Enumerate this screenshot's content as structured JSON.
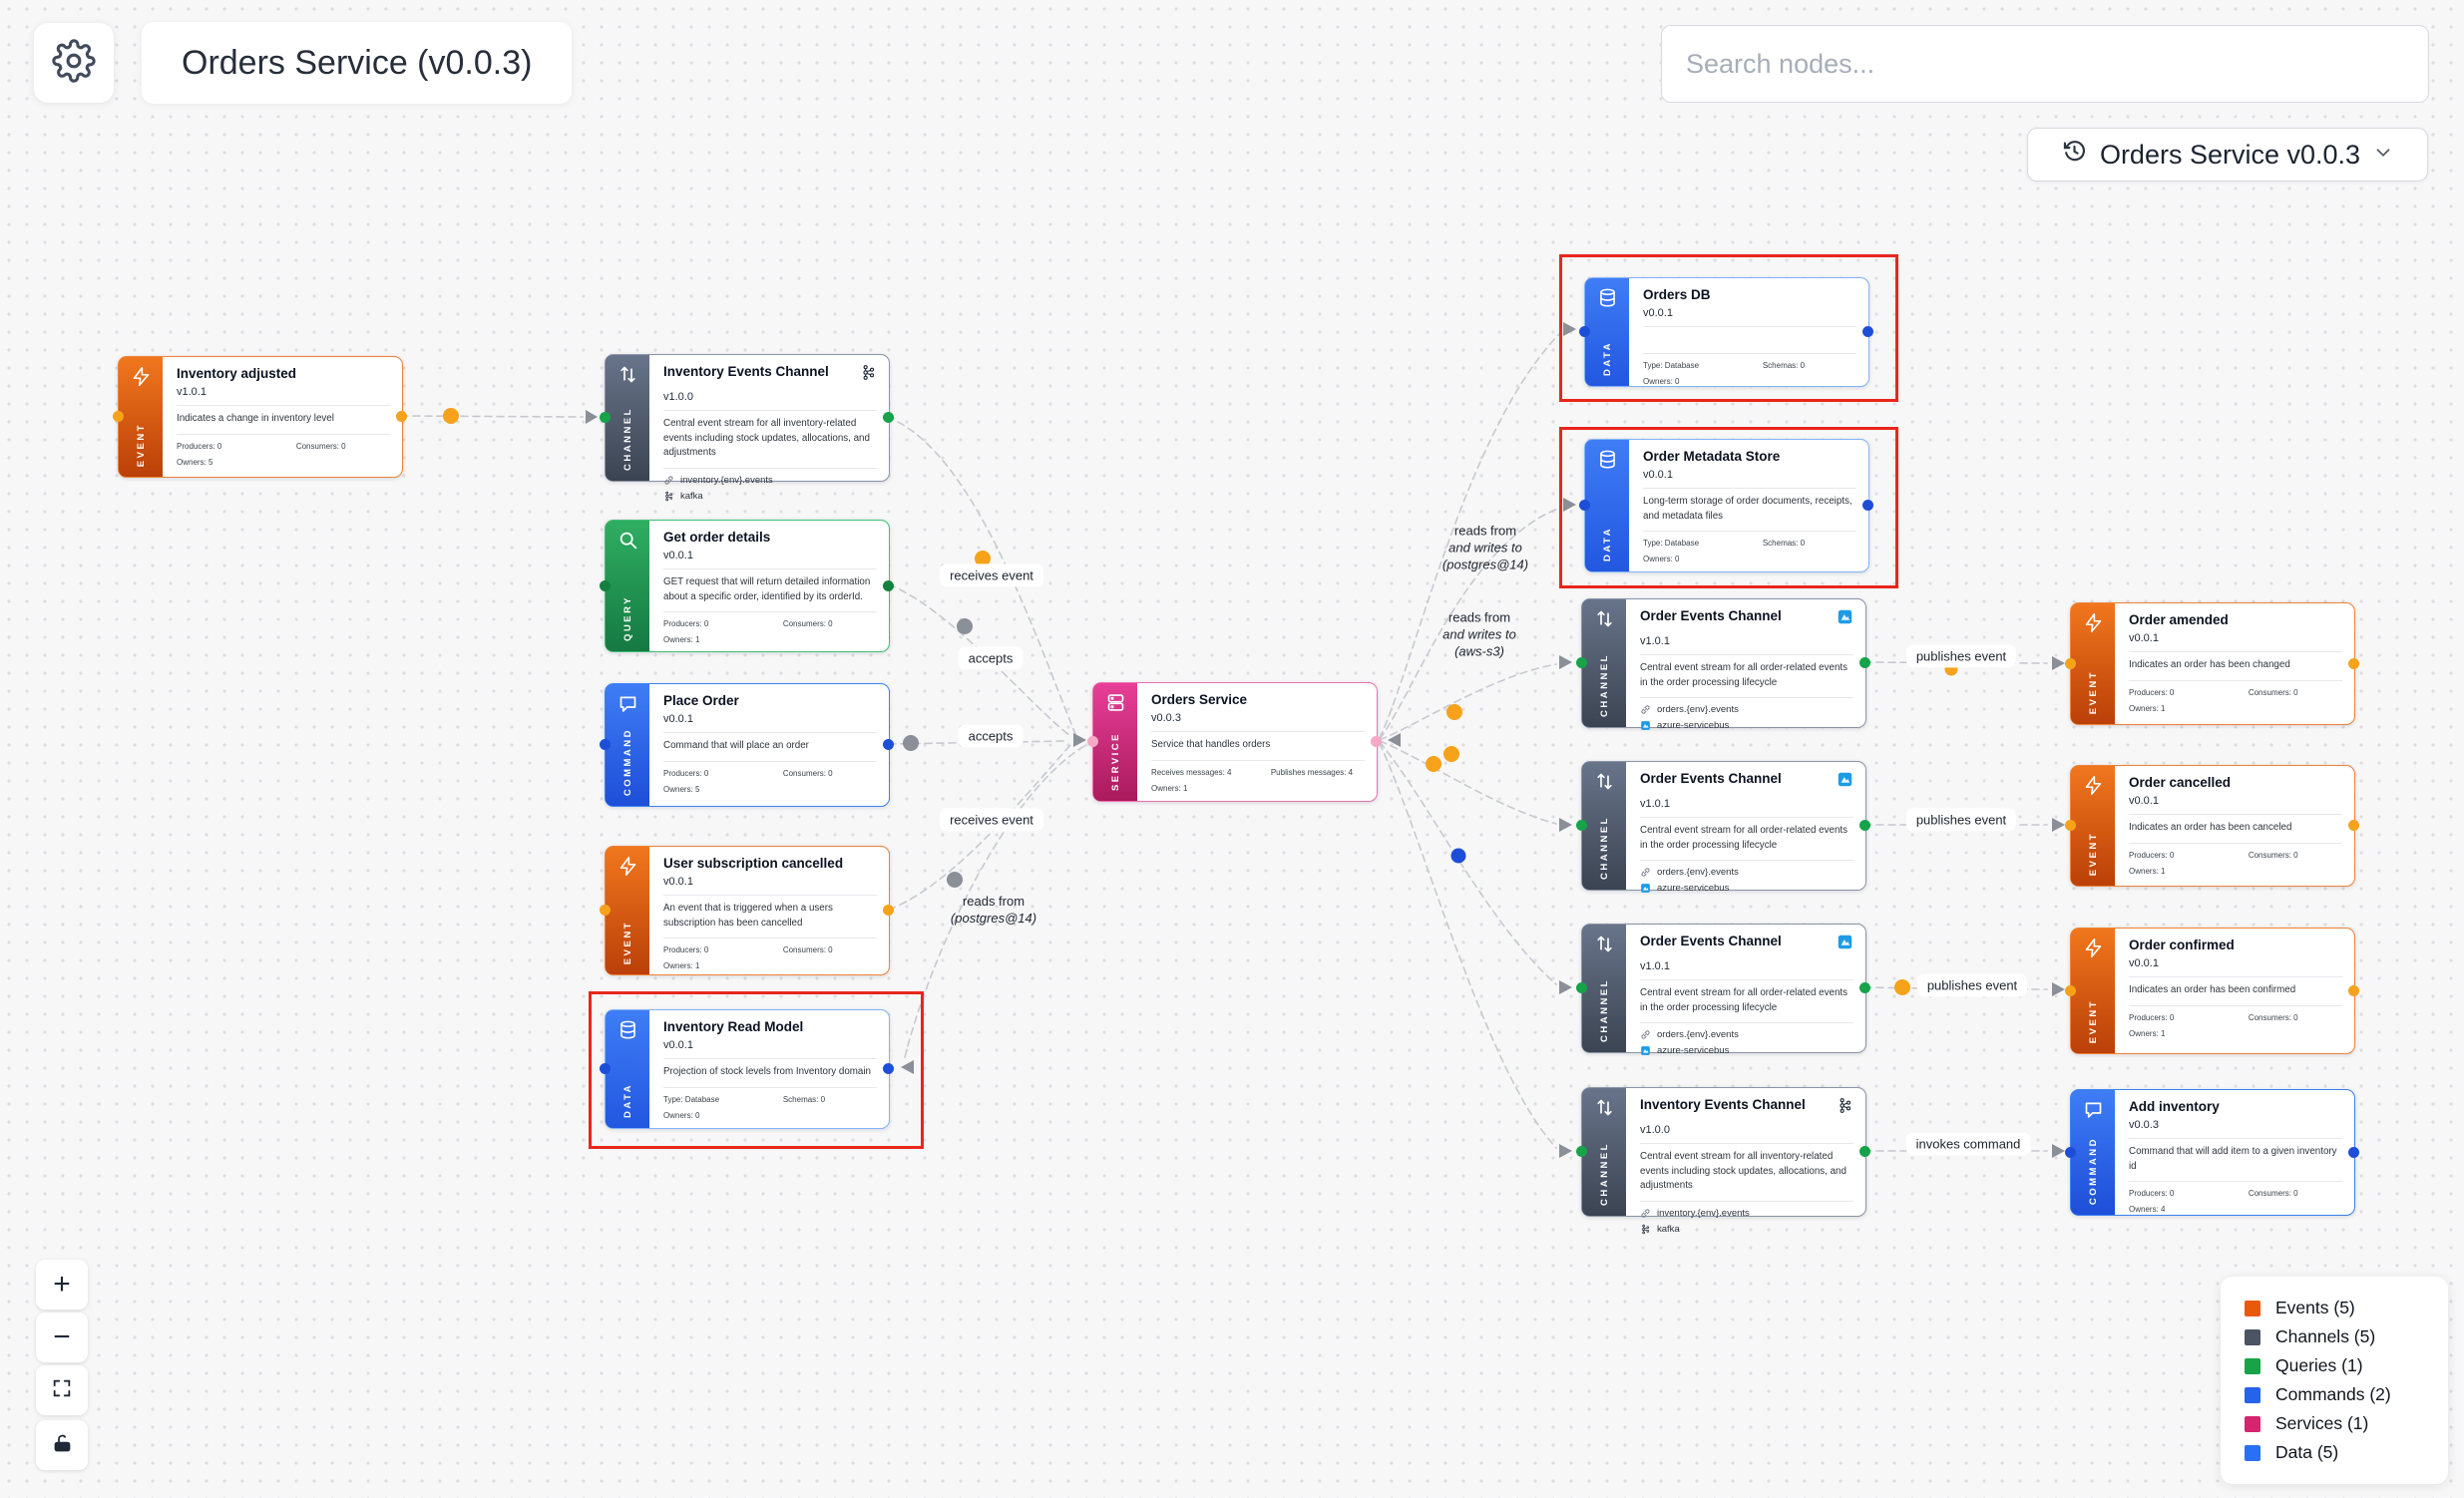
{
  "header": {
    "title": "Orders Service (v0.0.3)"
  },
  "search": {
    "placeholder": "Search nodes..."
  },
  "version_selector": {
    "label": "Orders Service v0.0.3"
  },
  "controls": {
    "zoom_in": "+",
    "zoom_out": "−"
  },
  "type_colors": {
    "event": "#e8590c",
    "channel": "#4a5462",
    "query": "#18a34a",
    "command": "#2563eb",
    "service": "#d6246e",
    "data": "#2970f6"
  },
  "legend": {
    "items": [
      {
        "label": "Events (5)",
        "color": "#e8590c"
      },
      {
        "label": "Channels (5)",
        "color": "#4a5462"
      },
      {
        "label": "Queries (1)",
        "color": "#18a34a"
      },
      {
        "label": "Commands (2)",
        "color": "#2563eb"
      },
      {
        "label": "Services (1)",
        "color": "#d6246e"
      },
      {
        "label": "Data (5)",
        "color": "#2970f6"
      }
    ]
  },
  "nodes": [
    {
      "id": "inventory-adjusted",
      "type": "event",
      "type_label": "EVENT",
      "title": "Inventory adjusted",
      "version": "v1.0.1",
      "description": "Indicates a change in inventory level",
      "meta_left": "Producers: 0",
      "meta_right": "Consumers: 0",
      "meta_owner": "Owners: 5"
    },
    {
      "id": "inventory-events-channel-1",
      "type": "channel",
      "type_label": "CHANNEL",
      "title": "Inventory Events Channel",
      "title_icon": "kafka",
      "version": "v1.0.0",
      "description": "Central event stream for all inventory-related events including stock updates, allocations, and adjustments",
      "address": "inventory.{env}.events",
      "protocol": "kafka",
      "protocol_icon": "kafka"
    },
    {
      "id": "get-order-details",
      "type": "query",
      "type_label": "QUERY",
      "title": "Get order details",
      "version": "v0.0.1",
      "description": "GET request that will return detailed information about a specific order, identified by its orderId.",
      "meta_left": "Producers: 0",
      "meta_right": "Consumers: 0",
      "meta_owner": "Owners: 1"
    },
    {
      "id": "place-order",
      "type": "command",
      "type_label": "COMMAND",
      "title": "Place Order",
      "version": "v0.0.1",
      "description": "Command that will place an order",
      "meta_left": "Producers: 0",
      "meta_right": "Consumers: 0",
      "meta_owner": "Owners: 5"
    },
    {
      "id": "user-subscription-cancelled",
      "type": "event",
      "type_label": "EVENT",
      "title": "User subscription cancelled",
      "version": "v0.0.1",
      "description": "An event that is triggered when a users subscription has been cancelled",
      "meta_left": "Producers: 0",
      "meta_right": "Consumers: 0",
      "meta_owner": "Owners: 1"
    },
    {
      "id": "inventory-read-model",
      "type": "data",
      "type_label": "DATA",
      "title": "Inventory Read Model",
      "version": "v0.0.1",
      "description": "Projection of stock levels from Inventory domain",
      "meta_left": "Type: Database",
      "meta_right": "Schemas: 0",
      "meta_owner": "Owners: 0",
      "highlighted": true
    },
    {
      "id": "orders-service",
      "type": "service",
      "type_label": "SERVICE",
      "title": "Orders Service",
      "version": "v0.0.3",
      "description": "Service that handles orders",
      "meta_left": "Receives messages: 4",
      "meta_right": "Publishes messages: 4",
      "meta_owner": "Owners: 1"
    },
    {
      "id": "orders-db",
      "type": "data",
      "type_label": "DATA",
      "title": "Orders DB",
      "version": "v0.0.1",
      "description": "",
      "meta_left": "Type: Database",
      "meta_right": "Schemas: 0",
      "meta_owner": "Owners: 0",
      "highlighted": true
    },
    {
      "id": "order-metadata-store",
      "type": "data",
      "type_label": "DATA",
      "title": "Order Metadata Store",
      "version": "v0.0.1",
      "description": "Long-term storage of order documents, receipts, and metadata files",
      "meta_left": "Type: Database",
      "meta_right": "Schemas: 0",
      "meta_owner": "Owners: 0",
      "highlighted": true
    },
    {
      "id": "order-events-channel-1",
      "type": "channel",
      "type_label": "CHANNEL",
      "title": "Order Events Channel",
      "title_icon": "azure",
      "version": "v1.0.1",
      "description": "Central event stream for all order-related events in the order processing lifecycle",
      "address": "orders.{env}.events",
      "protocol": "azure-servicebus",
      "protocol_icon": "azure"
    },
    {
      "id": "order-events-channel-2",
      "type": "channel",
      "type_label": "CHANNEL",
      "title": "Order Events Channel",
      "title_icon": "azure",
      "version": "v1.0.1",
      "description": "Central event stream for all order-related events in the order processing lifecycle",
      "address": "orders.{env}.events",
      "protocol": "azure-servicebus",
      "protocol_icon": "azure"
    },
    {
      "id": "order-events-channel-3",
      "type": "channel",
      "type_label": "CHANNEL",
      "title": "Order Events Channel",
      "title_icon": "azure",
      "version": "v1.0.1",
      "description": "Central event stream for all order-related events in the order processing lifecycle",
      "address": "orders.{env}.events",
      "protocol": "azure-servicebus",
      "protocol_icon": "azure"
    },
    {
      "id": "inventory-events-channel-2",
      "type": "channel",
      "type_label": "CHANNEL",
      "title": "Inventory Events Channel",
      "title_icon": "kafka",
      "version": "v1.0.0",
      "description": "Central event stream for all inventory-related events including stock updates, allocations, and adjustments",
      "address": "inventory.{env}.events",
      "protocol": "kafka",
      "protocol_icon": "kafka"
    },
    {
      "id": "order-amended",
      "type": "event",
      "type_label": "EVENT",
      "title": "Order amended",
      "version": "v0.0.1",
      "description": "Indicates an order has been changed",
      "meta_left": "Producers: 0",
      "meta_right": "Consumers: 0",
      "meta_owner": "Owners: 1"
    },
    {
      "id": "order-cancelled",
      "type": "event",
      "type_label": "EVENT",
      "title": "Order cancelled",
      "version": "v0.0.1",
      "description": "Indicates an order has been canceled",
      "meta_left": "Producers: 0",
      "meta_right": "Consumers: 0",
      "meta_owner": "Owners: 1"
    },
    {
      "id": "order-confirmed",
      "type": "event",
      "type_label": "EVENT",
      "title": "Order confirmed",
      "version": "v0.0.1",
      "description": "Indicates an order has been confirmed",
      "meta_left": "Producers: 0",
      "meta_right": "Consumers: 0",
      "meta_owner": "Owners: 1"
    },
    {
      "id": "add-inventory",
      "type": "command",
      "type_label": "COMMAND",
      "title": "Add inventory",
      "version": "v0.0.3",
      "description": "Command that will add item to a given inventory id",
      "meta_left": "Producers: 0",
      "meta_right": "Consumers: 0",
      "meta_owner": "Owners: 4"
    }
  ],
  "edge_labels": [
    {
      "lines": [
        "receives event"
      ]
    },
    {
      "lines": [
        "accepts"
      ]
    },
    {
      "lines": [
        "accepts"
      ]
    },
    {
      "lines": [
        "receives event"
      ]
    },
    {
      "lines": [
        "reads from",
        "(postgres@14)"
      ]
    },
    {
      "lines": [
        "reads from",
        "and writes to",
        "(postgres@14)"
      ]
    },
    {
      "lines": [
        "reads from",
        "and writes to",
        "(aws-s3)"
      ]
    },
    {
      "lines": [
        "publishes event"
      ]
    },
    {
      "lines": [
        "publishes event"
      ]
    },
    {
      "lines": [
        "publishes event"
      ]
    },
    {
      "lines": [
        "invokes command"
      ]
    }
  ]
}
